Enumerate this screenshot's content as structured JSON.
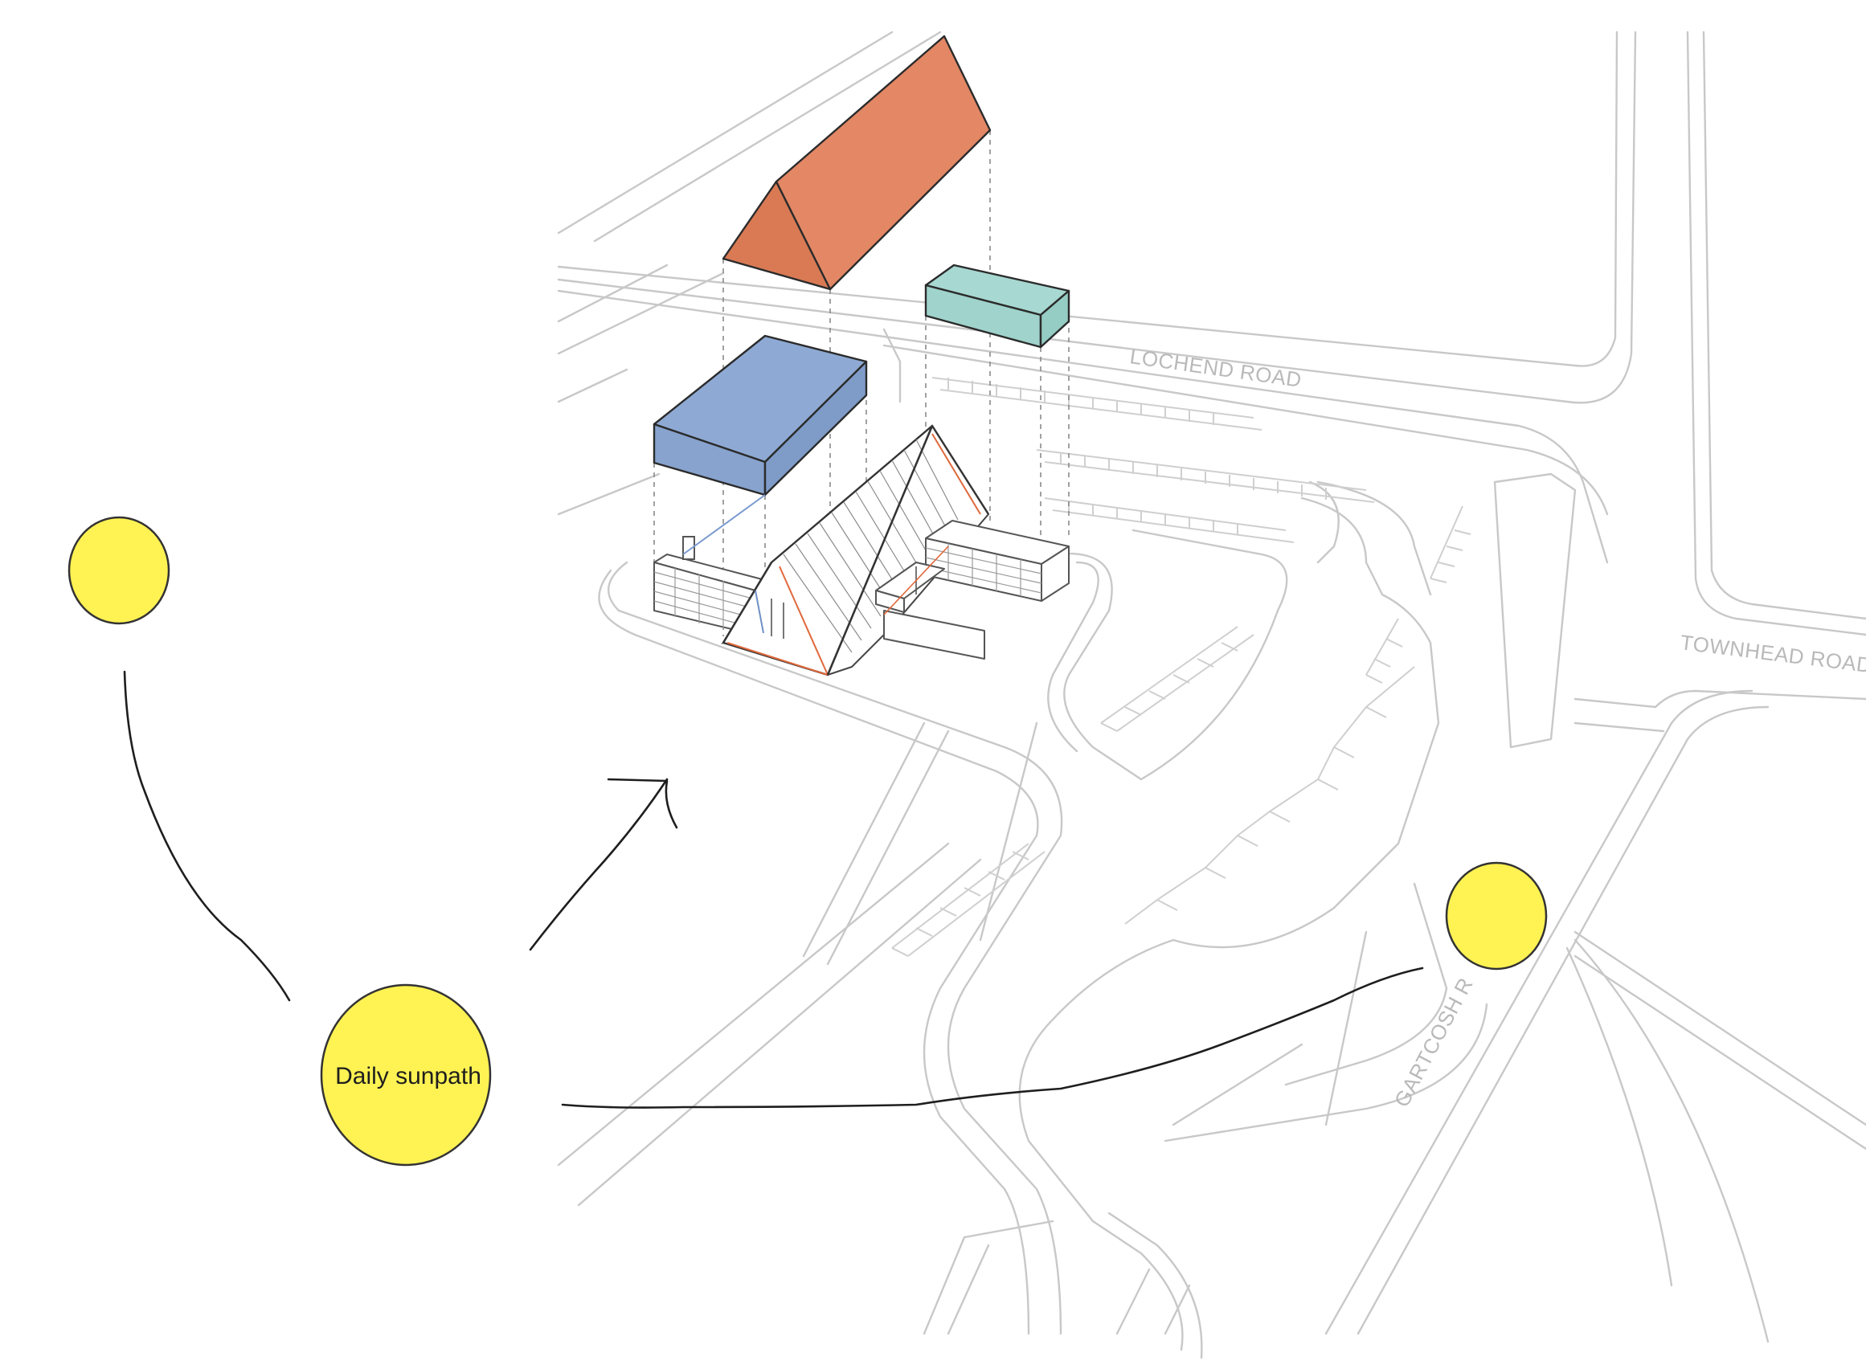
{
  "roads": {
    "lochend": "LOCHEND ROAD",
    "townhead": "TOWNHEAD ROAD",
    "gartcosh": "GARTCOSH R"
  },
  "sunpath": {
    "label": "Daily sunpath"
  },
  "colors": {
    "sun": "#fff253",
    "roof_volume": "#e38765",
    "blue_volume": "#8eaad4",
    "teal_volume": "#9fd3cb",
    "road_lines": "#c8c8c8"
  }
}
